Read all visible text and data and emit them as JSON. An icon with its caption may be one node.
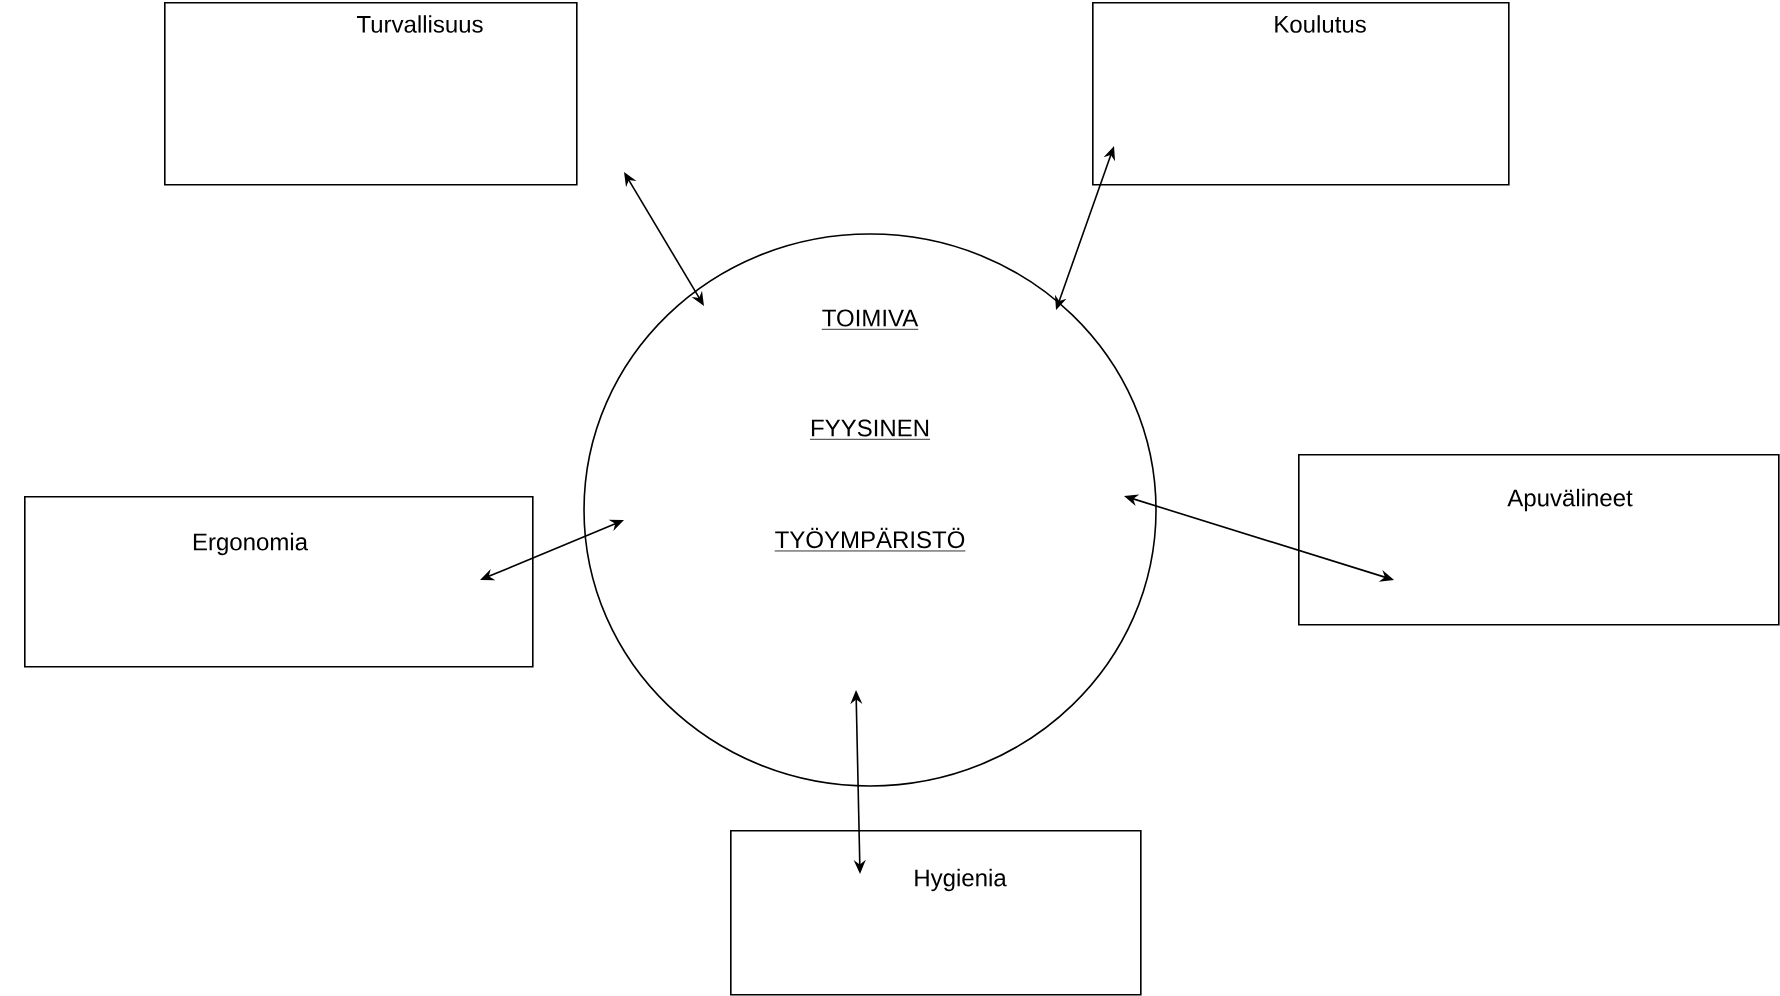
{
  "diagram": {
    "nodes": [
      {
        "text": [
          "Turvallisuus"
        ]
      },
      {
        "text": [
          "Koulutus"
        ]
      },
      {
        "text": [
          "TOIMIVA",
          "FYYSINEN",
          "TYÖYMPÄRISTÖ"
        ]
      },
      {
        "text": [
          "Ergonomia"
        ]
      },
      {
        "text": [
          "Apuvälineet"
        ]
      },
      {
        "text": [
          "Hygienia"
        ]
      }
    ],
    "edges": [
      {
        "from": 0,
        "to": 2,
        "arrow": "both"
      },
      {
        "from": 1,
        "to": 2,
        "arrow": "both"
      },
      {
        "from": 3,
        "to": 2,
        "arrow": "both"
      },
      {
        "from": 4,
        "to": 2,
        "arrow": "both"
      },
      {
        "from": 5,
        "to": 2,
        "arrow": "both"
      }
    ]
  }
}
